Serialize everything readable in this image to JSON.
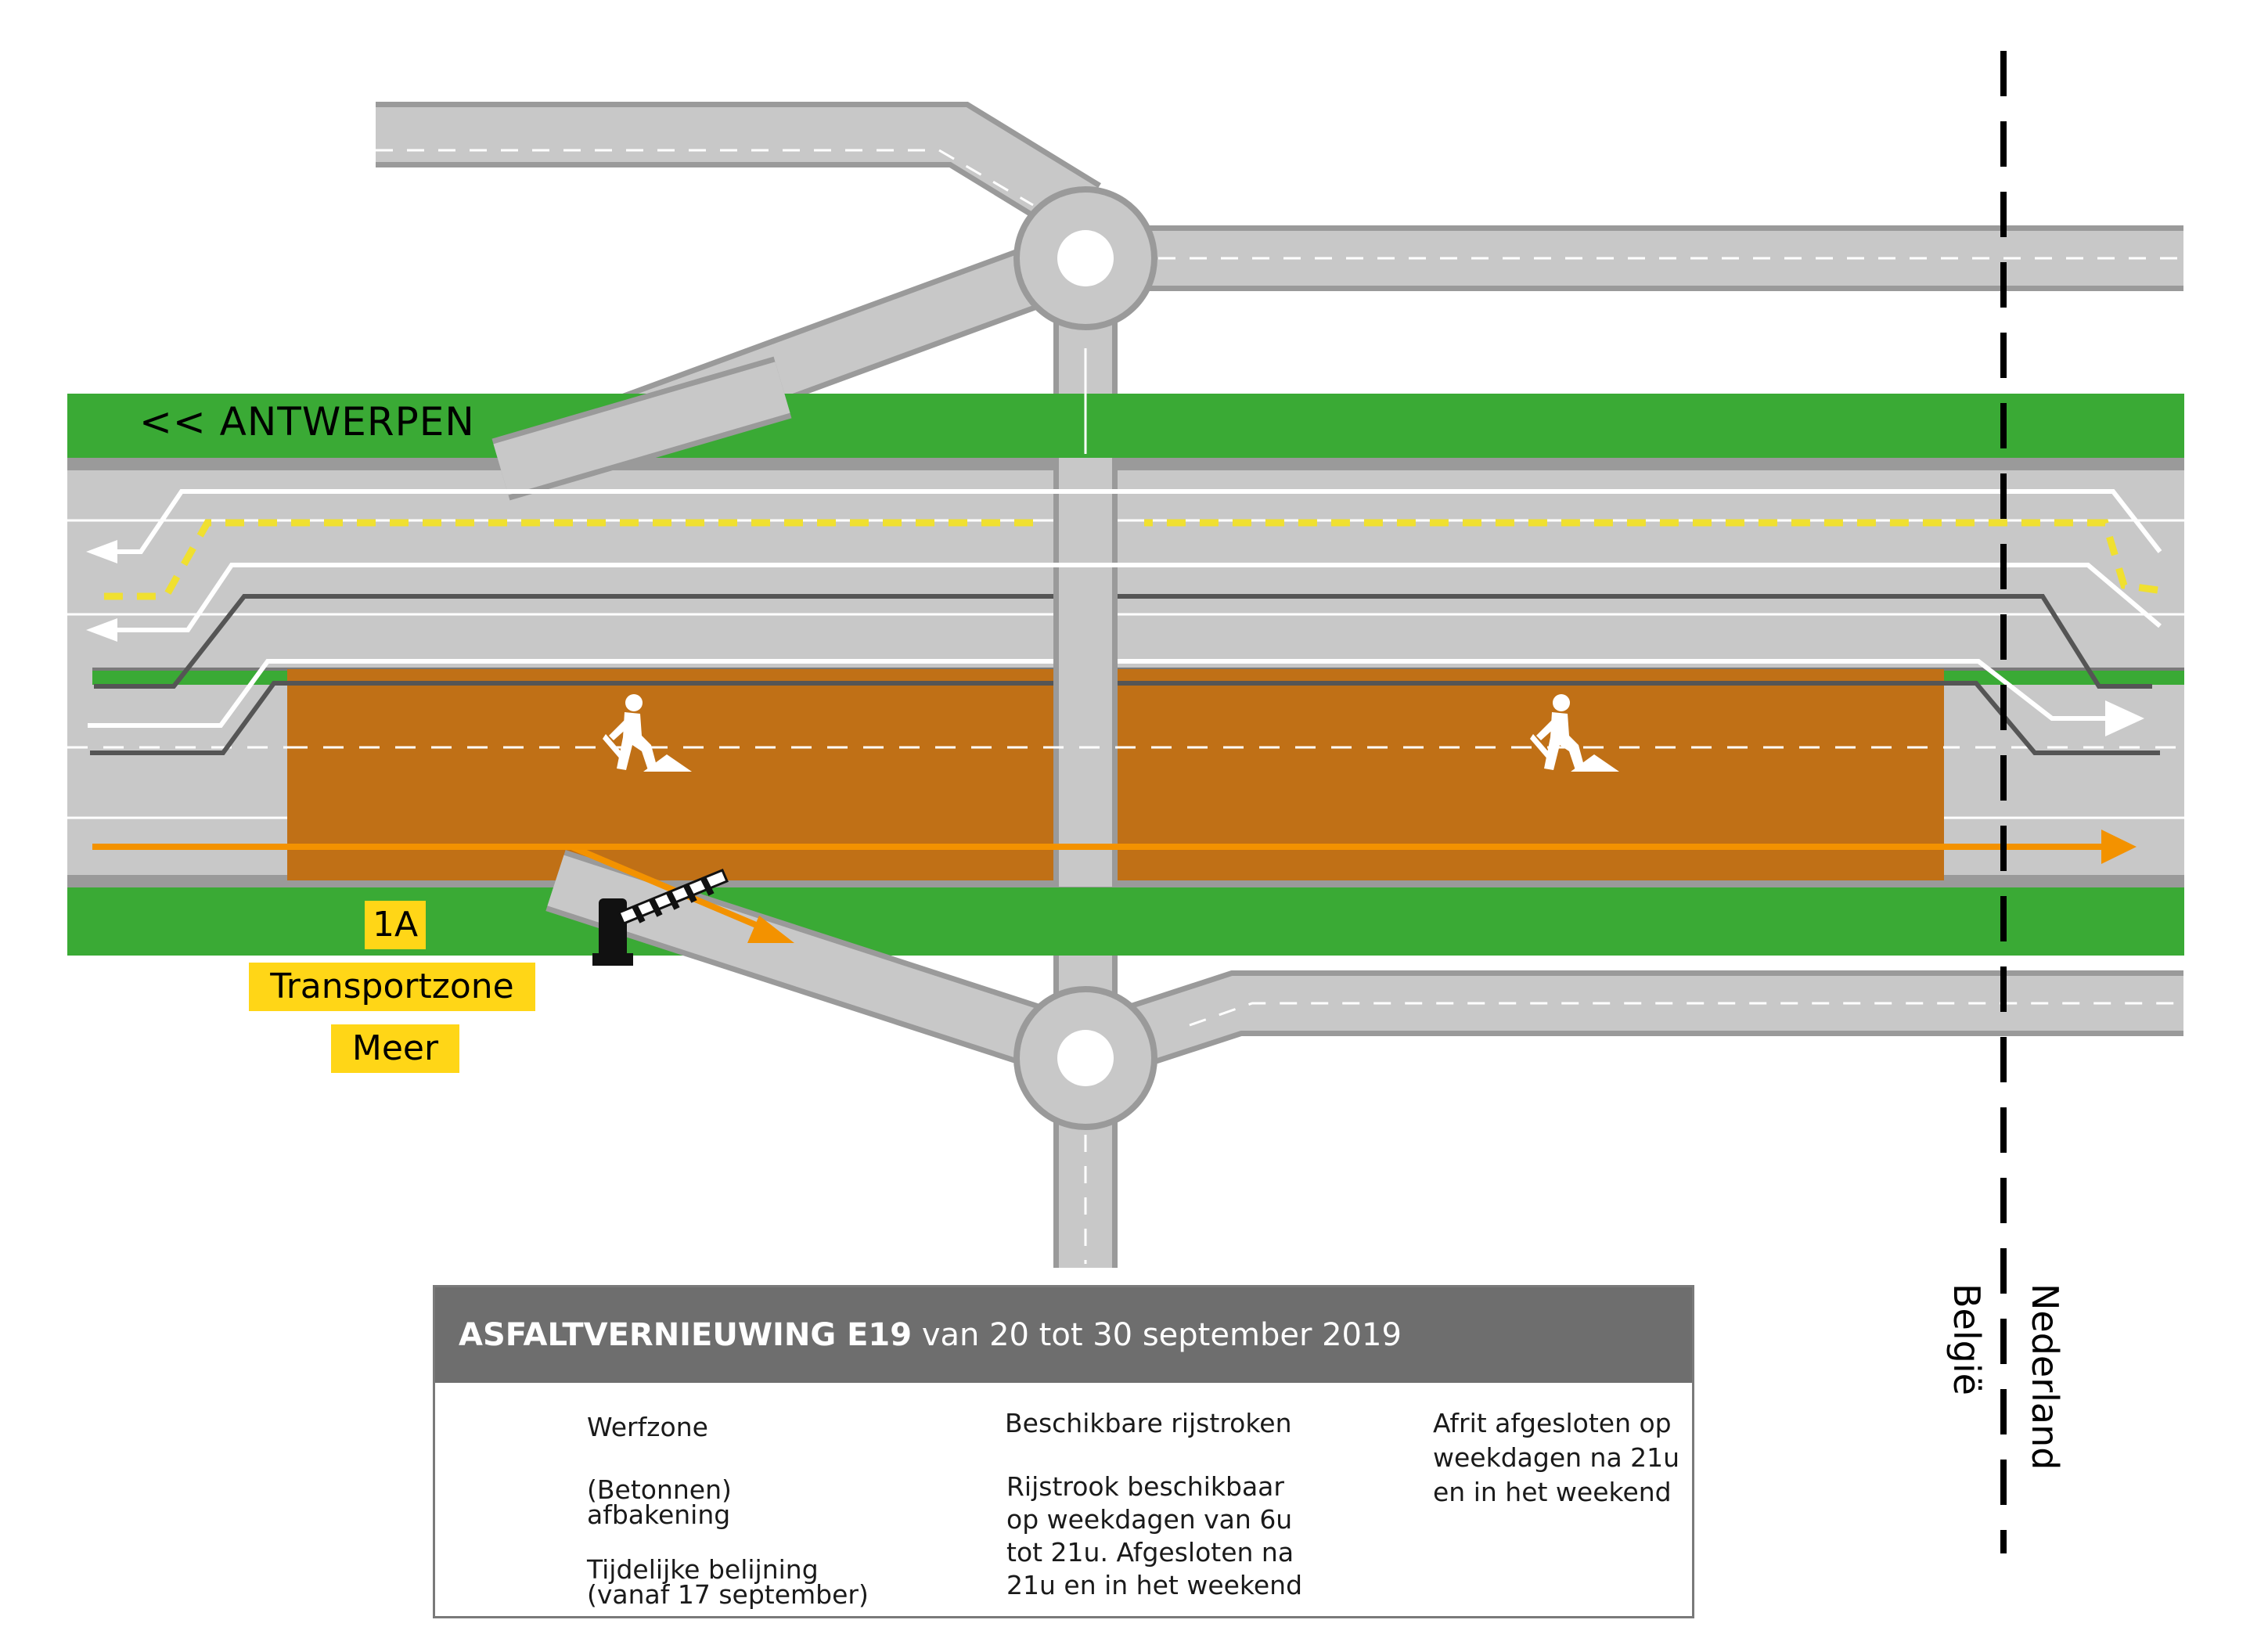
{
  "direction_label": "<< ANTWERPEN",
  "exit": {
    "number": "1A",
    "name_line1": "Transportzone",
    "name_line2": "Meer"
  },
  "border": {
    "left_country": "België",
    "right_country": "Nederland"
  },
  "legend": {
    "title_bold": "ASFALTVERNIEUWING E19",
    "title_rest": "van 20 tot 30 september 2019",
    "items": {
      "werfzone": "Werfzone",
      "afbakening_line1": "(Betonnen)",
      "afbakening_line2": "afbakening",
      "belijning_line1": "Tijdelijke belijning",
      "belijning_line2": "(vanaf 17 september)",
      "rijstroken": "Beschikbare rijstroken",
      "beschikbaar_line1": "Rijstrook beschikbaar",
      "beschikbaar_line2": "op weekdagen van 6u",
      "beschikbaar_line3": "tot 21u. Afgesloten na",
      "beschikbaar_line4": "21u en in het weekend",
      "afrit_line1": "Afrit afgesloten op",
      "afrit_line2": "weekdagen na 21u",
      "afrit_line3": "en in het weekend"
    }
  },
  "colors": {
    "grass": "#3aaa35",
    "road": "#c8c8c8",
    "road_edge": "#9a9a9a",
    "worksite": "#c07016",
    "route_arrow": "#f39200",
    "temp_marking": "#f0e030",
    "barrier": "#555555",
    "label_yellow": "#ffd617",
    "legend_header": "#6e6e6e"
  },
  "icons": [
    "worker-icon",
    "barrier-gate-icon",
    "arrow-left-icon",
    "arrow-right-icon"
  ]
}
